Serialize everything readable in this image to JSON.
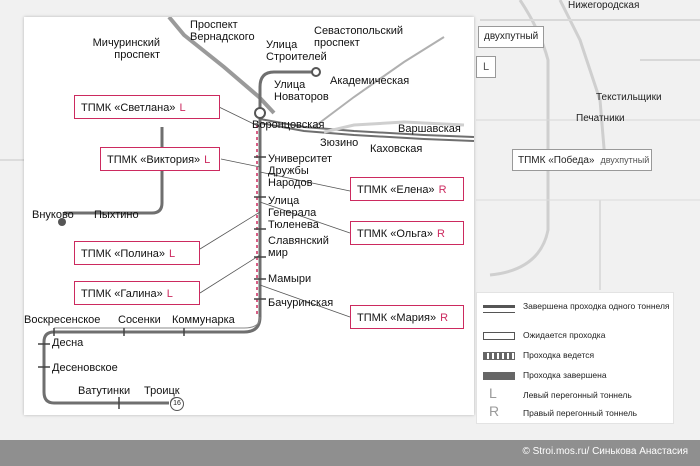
{
  "background_labels": {
    "nizhegorodskaya": "Нижегородская",
    "tekstilshchiki": "Текстильщики",
    "pechatniki": "Печатники",
    "double_track": "двухпутный",
    "pobeda_label": "ТПМК «Победа»",
    "pobeda_type": "двухпутный",
    "letter_l": "L"
  },
  "stations": {
    "michurinsky": "Мичуринский проспект",
    "vernadskogo": "Проспект Вернадского",
    "sevastopolsky": "Севастопольский проспект",
    "stroiteley": "Улица Строителей",
    "akademicheskaya": "Академическая",
    "novatorov": "Улица Новаторов",
    "vorontsovskaya": "Воронцовская",
    "varshavskaya": "Варшавская",
    "zyuzino": "Зюзино",
    "kakhovskaya": "Каховская",
    "universitet": "Университет Дружбы Народов",
    "generala": "Улица Генерала Тюленева",
    "slavyansky": "Славянский мир",
    "mamyri": "Мамыри",
    "bachurinskaya": "Бачуринская",
    "vnukovo": "Внуково",
    "pyhtino": "Пыхтино",
    "voskresenskoe": "Воскресенское",
    "sosenki": "Сосенки",
    "kommunarka": "Коммунарка",
    "desna": "Десна",
    "desenovskoe": "Десеновское",
    "vatutinki": "Ватутинки",
    "troitsk": "Троицк"
  },
  "tbms": [
    {
      "name": "ТПМК «Светлана»",
      "side": "L"
    },
    {
      "name": "ТПМК «Виктория»",
      "side": "L"
    },
    {
      "name": "ТПМК «Елена»",
      "side": "R"
    },
    {
      "name": "ТПМК «Ольга»",
      "side": "R"
    },
    {
      "name": "ТПМК «Полина»",
      "side": "L"
    },
    {
      "name": "ТПМК «Галина»",
      "side": "L"
    },
    {
      "name": "ТПМК «Мария»",
      "side": "R"
    }
  ],
  "legend": {
    "single_tunnel_done": "Завершена проходка одного тоннеля",
    "awaiting": "Ожидается проходка",
    "in_progress": "Проходка ведется",
    "done": "Проходка завершена",
    "left_letter": "L",
    "left_text": "Левый перегонный тоннель",
    "right_letter": "R",
    "right_text": "Правый перегонный тоннель"
  },
  "line_badge": "16",
  "footer": {
    "credit": "© Stroi.mos.ru/ Синькова Анастасия"
  },
  "colors": {
    "accent": "#cc2a5f",
    "line": "#6f6f6f"
  }
}
